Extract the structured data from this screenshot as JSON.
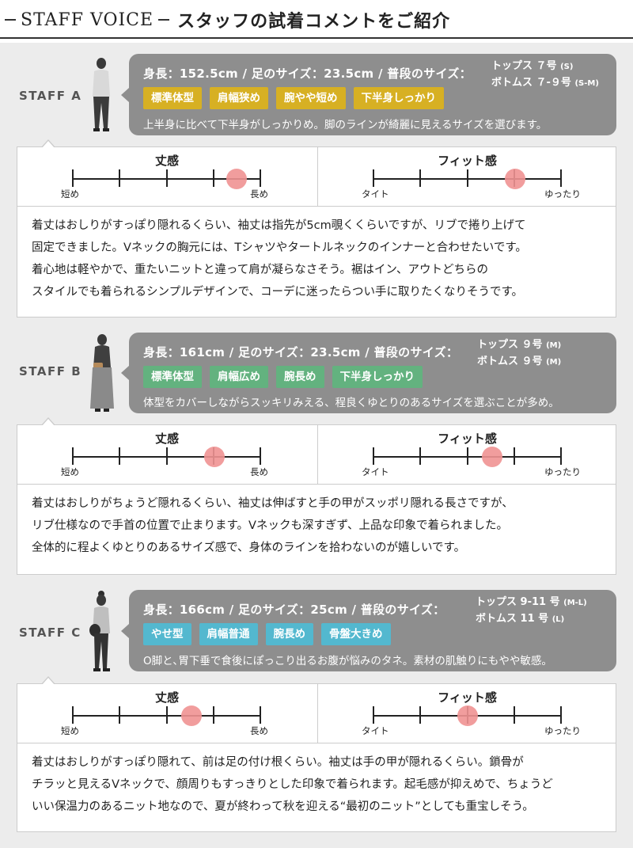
{
  "header": {
    "title_en": "STAFF VOICE",
    "title_jp": "スタッフの試着コメントをご紹介"
  },
  "colors": {
    "yellow": "#d7b023",
    "green": "#63b27f",
    "blue": "#53b8cf",
    "bubble": "#8e8e8e",
    "marker": "#f09292"
  },
  "staff": [
    {
      "label": "STAFF A",
      "stats": "身長：152.5cm / 足のサイズ：23.5cm / 普段のサイズ：",
      "size_tops": "トップス ７号",
      "size_tops_note": "(S)",
      "size_bottoms": "ボトムス ７-９号",
      "size_bottoms_note": "(S-M)",
      "tags": [
        "標準体型",
        "肩幅狭め",
        "腕やや短め",
        "下半身しっかり"
      ],
      "description": "上半身に比べて下半身がしっかりめ。脚のラインが綺麗に見えるサイズを選びます。",
      "length_title": "丈感",
      "length_min": "短め",
      "length_max": "長め",
      "length_value": 0.87,
      "fit_title": "フィット感",
      "fit_min": "タイト",
      "fit_max": "ゆったり",
      "fit_value": 0.75,
      "comment": [
        "着丈はおしりがすっぽり隠れるくらい、袖丈は指先が5cm覗くくらいですが、リブで捲り上げて",
        "固定できました。Vネックの胸元には、Tシャツやタートルネックのインナーと合わせたいです。",
        "着心地は軽やかで、重たいニットと違って肩が凝らなさそう。裾はイン、アウトどちらの",
        "スタイルでも着られるシンプルデザインで、コーデに迷ったらつい手に取りたくなりそうです。"
      ]
    },
    {
      "label": "STAFF B",
      "stats": "身長：161cm / 足のサイズ：23.5cm / 普段のサイズ：",
      "size_tops": "トップス ９号",
      "size_tops_note": "(M)",
      "size_bottoms": "ボトムス ９号",
      "size_bottoms_note": "(M)",
      "tags": [
        "標準体型",
        "肩幅広め",
        "腕長め",
        "下半身しっかり"
      ],
      "description": "体型をカバーしながらスッキリみえる、程良くゆとりのあるサイズを選ぶことが多め。",
      "length_title": "丈感",
      "length_min": "短め",
      "length_max": "長め",
      "length_value": 0.75,
      "fit_title": "フィット感",
      "fit_min": "タイト",
      "fit_max": "ゆったり",
      "fit_value": 0.63,
      "comment": [
        "着丈はおしりがちょうど隠れるくらい、袖丈は伸ばすと手の甲がスッポリ隠れる長さですが、",
        "リブ仕様なので手首の位置で止まります。Vネックも深すぎず、上品な印象で着られました。",
        "全体的に程よくゆとりのあるサイズ感で、身体のラインを拾わないのが嬉しいです。"
      ]
    },
    {
      "label": "STAFF C",
      "stats": "身長：166cm / 足のサイズ：25cm / 普段のサイズ：",
      "size_tops": "トップス 9-11 号",
      "size_tops_note": "(M-L)",
      "size_bottoms": "ボトムス 11 号",
      "size_bottoms_note": "(L)",
      "tags": [
        "やせ型",
        "肩幅普通",
        "腕長め",
        "骨盤大きめ"
      ],
      "description": "O脚と､胃下垂で食後にぽっこり出るお腹が悩みのタネ。素材の肌触りにもやや敏感。",
      "length_title": "丈感",
      "length_min": "短め",
      "length_max": "長め",
      "length_value": 0.63,
      "fit_title": "フィット感",
      "fit_min": "タイト",
      "fit_max": "ゆったり",
      "fit_value": 0.5,
      "comment": [
        "着丈はおしりがすっぽり隠れて、前は足の付け根くらい。袖丈は手の甲が隠れるくらい。鎖骨が",
        "チラッと見えるVネックで、顔周りもすっきりとした印象で着られます。起毛感が抑えめで、ちょうど",
        "いい保温力のあるニット地なので、夏が終わって秋を迎える“最初のニット”としても重宝しそう。"
      ]
    }
  ]
}
